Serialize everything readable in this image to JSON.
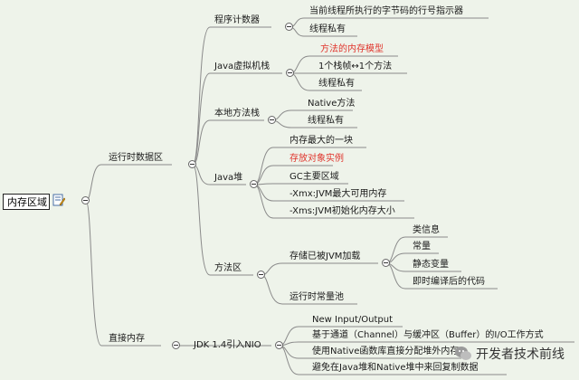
{
  "root": {
    "label": "内存区域"
  },
  "watermark": {
    "text": "开发者技术前线"
  },
  "branches": {
    "runtime": {
      "label": "运行时数据区",
      "pc": {
        "label": "程序计数器",
        "items": [
          "当前线程所执行的字节码的行号指示器",
          "线程私有"
        ]
      },
      "jvmstack": {
        "label": "Java虚拟机栈",
        "items": [
          "方法的内存模型",
          "1个栈帧↔1个方法",
          "线程私有"
        ]
      },
      "native": {
        "label": "本地方法栈",
        "items": [
          "Native方法",
          "线程私有"
        ]
      },
      "heap": {
        "label": "Java堆",
        "items": [
          "内存最大的一块",
          "存放对象实例",
          "GC主要区域",
          "-Xmx:JVM最大可用内存",
          "-Xms:JVM初始化内存大小"
        ]
      },
      "method": {
        "label": "方法区",
        "store": {
          "label": "存储已被JVM加载",
          "items": [
            "类信息",
            "常量",
            "静态变量",
            "即时编译后的代码"
          ]
        },
        "pool": {
          "label": "运行时常量池"
        }
      }
    },
    "direct": {
      "label": "直接内存",
      "nio": {
        "label": "JDK 1.4引入NIO",
        "items": [
          "New Input/Output",
          "基于通道（Channel）与缓冲区（Buffer）的I/O工作方式",
          "使用Native函数库直接分配堆外内存",
          "避免在Java堆和Native堆中来回复制数据"
        ]
      }
    }
  },
  "colors": {
    "background": "#eef3ea",
    "line": "#8a8a8a",
    "highlight": "#e0342c"
  }
}
